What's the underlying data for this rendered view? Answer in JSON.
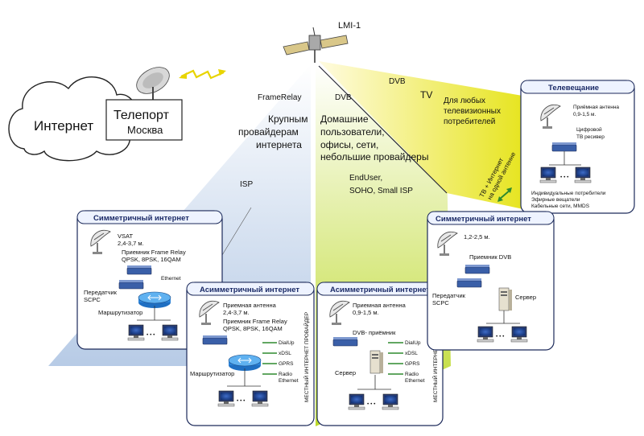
{
  "satellite": {
    "label": "LMI-1"
  },
  "internet": {
    "label": "Интернет"
  },
  "teleport": {
    "title": "Телепорт",
    "city": "Москва"
  },
  "beams": {
    "isp": {
      "protocol": "FrameRelay",
      "line1": "Крупным",
      "line2": "провайдерам",
      "line3": "интернета",
      "tag": "ISP"
    },
    "home": {
      "protocol": "DVB",
      "line1": "Домашние",
      "line2": "пользователи,",
      "line3": "офисы, сети,",
      "line4": "небольшие провайдеры",
      "sub1": "EndUser,",
      "sub2": "SOHO, Small ISP"
    },
    "tv": {
      "protocol": "DVB",
      "tag": "TV",
      "line1": "Для любых",
      "line2": "телевизионных",
      "line3": "потребителей",
      "diag1": "ТВ + Интернет",
      "diag2": "на одной антенне"
    }
  },
  "panels": {
    "broadcast": {
      "title": "Телевещание",
      "antenna": "Приёмная антенна",
      "antenna_size": "0,9-1,5 м.",
      "receiver1": "Цифровой",
      "receiver2": "ТВ ресивер",
      "bullets": [
        "Индивидуальные потребители",
        "Эфирные вещатели",
        "Кабельные сети, MMDS"
      ]
    },
    "sym_left": {
      "title": "Симметричный интернет",
      "vsat": "VSAT",
      "size": "2,4-3,7 м.",
      "receiver": "Приемник Frame Relay",
      "modulation": "QPSK, 8PSK, 16QAM",
      "ethernet": "Ethernet",
      "tx1": "Передатчик",
      "tx2": "SCPC",
      "router": "Маршрутизатор"
    },
    "asym_mid": {
      "title": "Асимметричный интернет",
      "antenna": "Приемная антенна",
      "size": "2,4-3,7 м.",
      "receiver": "Приемник Frame Relay",
      "modulation": "QPSK, 8PSK, 16QAM",
      "router": "Маршрутизатор",
      "links": [
        "DialUp",
        "xDSL",
        "GPRS",
        "Radio",
        "Ethernet"
      ],
      "vertical": "МЕСТНЫЙ ИНТЕРНЕТ ПРОВАЙДЕР"
    },
    "asym_right": {
      "title": "Асимметричный интернет",
      "antenna": "Приемная антенна",
      "size": "0,9-1,5 м.",
      "receiver": "DVB- приёмник",
      "server": "Сервер",
      "links": [
        "DialUp",
        "xDSL",
        "GPRS",
        "Radio",
        "Ethernet"
      ],
      "vertical": "МЕСТНЫЙ ИНТЕРНЕТ ПРОВАЙДЕР"
    },
    "sym_right": {
      "title": "Симметричный интернет",
      "size": "1,2-2,5 м.",
      "receiver": "Приемник DVB",
      "tx1": "Передатчик",
      "tx2": "SCPC",
      "server": "Сервер"
    }
  },
  "colors": {
    "isp_beam": "#c7d6ea",
    "home_beam": "#c9df3a",
    "tv_beam": "#f2f04a",
    "panel_border": "#1c2a5a",
    "panel_title": "#1a2a66",
    "arrow_green": "#2f8a2f",
    "zigzag": "#e8d400"
  },
  "icons": [
    "satellite-icon",
    "cloud-icon",
    "dish-icon",
    "router-icon",
    "modem-icon",
    "computer-icon",
    "server-icon",
    "double-arrow-icon"
  ]
}
